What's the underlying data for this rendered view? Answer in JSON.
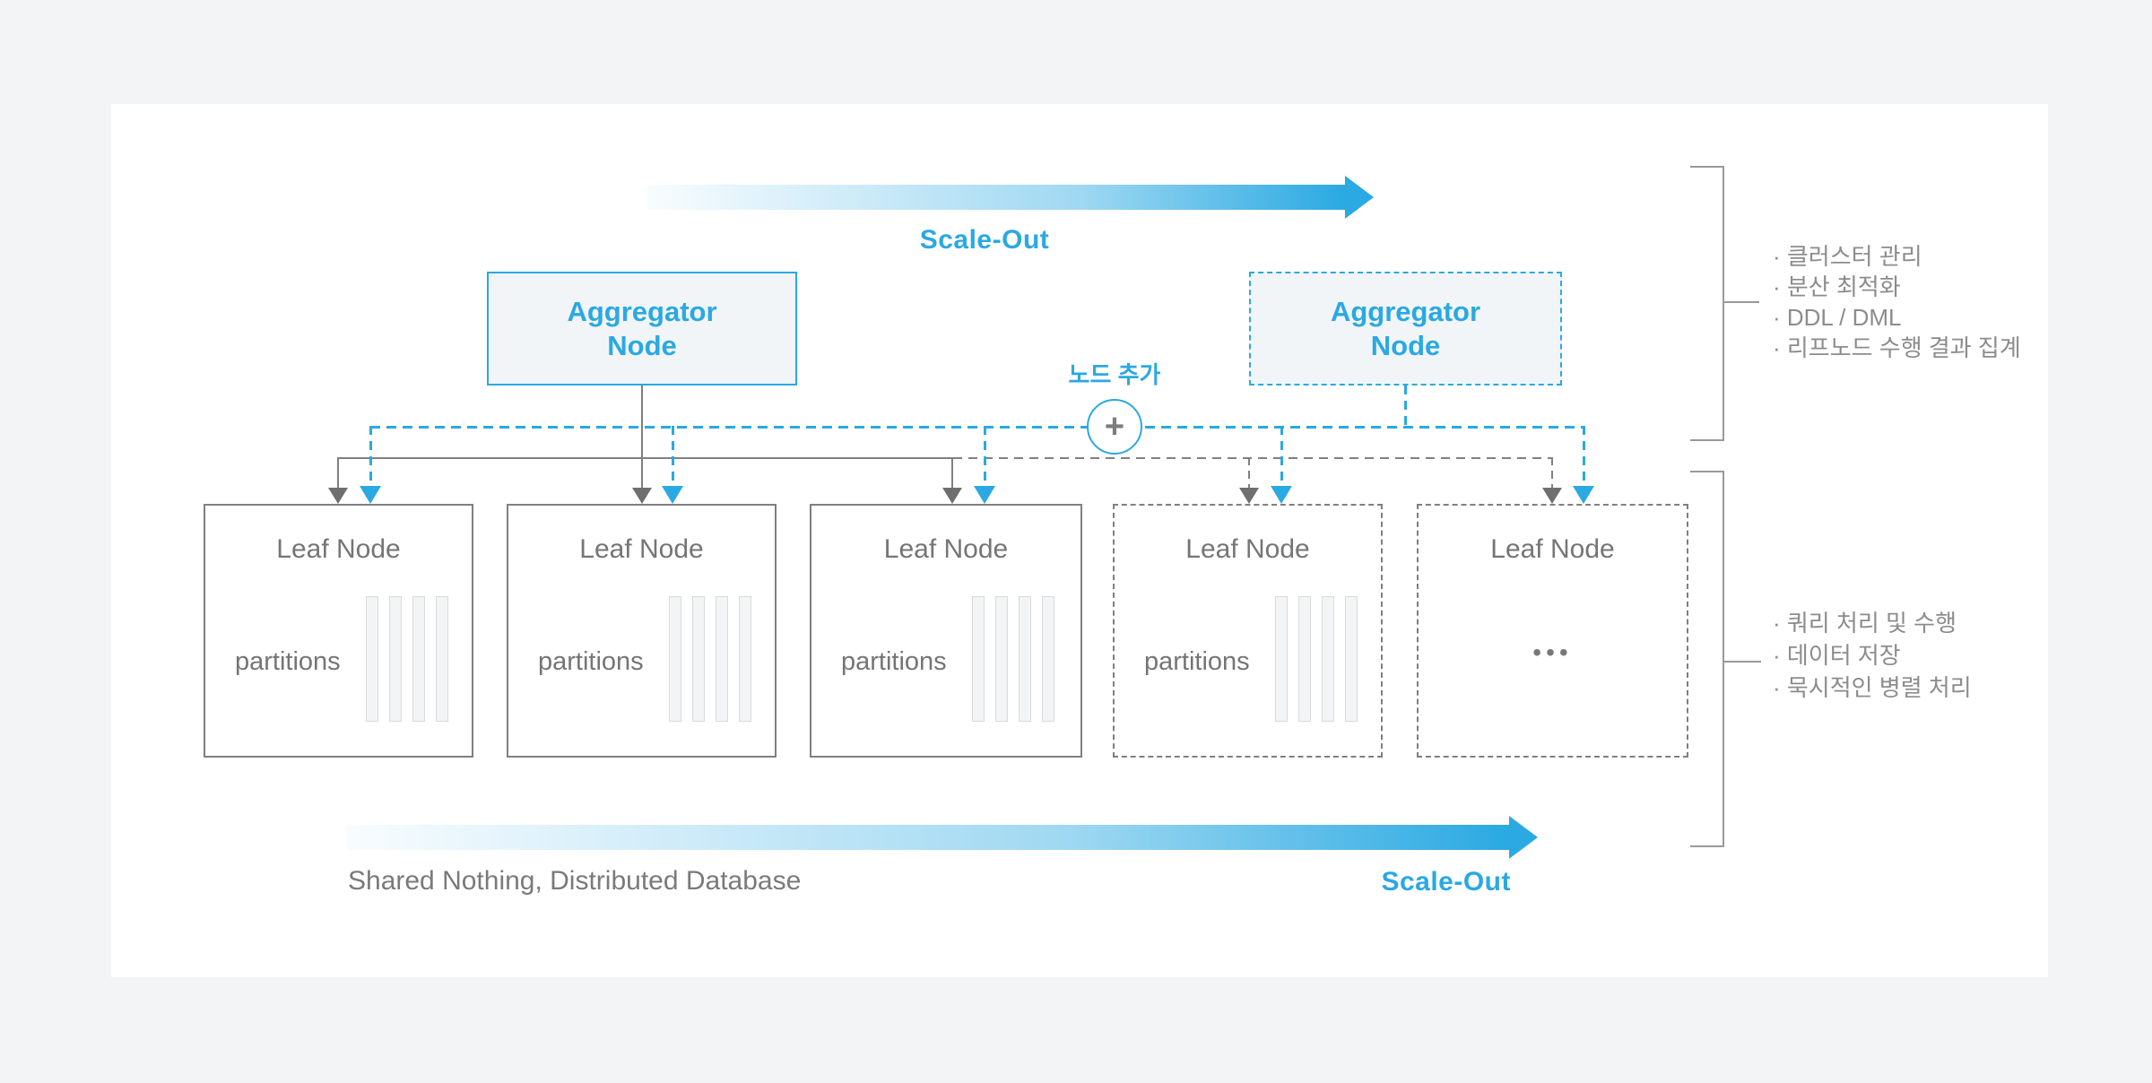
{
  "page": {
    "background": "#f3f4f6",
    "card_background": "#ffffff"
  },
  "colors": {
    "accent_blue": "#2aa9e2",
    "line_gray": "#808080",
    "node_text_gray": "#757575",
    "annotation_gray": "#8c8c8c"
  },
  "top_arrow": {
    "label": "Scale-Out"
  },
  "aggregators": [
    {
      "label": "Aggregator Node",
      "style": "solid"
    },
    {
      "label": "Aggregator Node",
      "style": "dashed"
    }
  ],
  "add_node": {
    "label": "노드 추가",
    "plus_glyph": "+"
  },
  "leaves": [
    {
      "title": "Leaf Node",
      "partitions_label": "partitions",
      "bars": 4,
      "style": "solid"
    },
    {
      "title": "Leaf Node",
      "partitions_label": "partitions",
      "bars": 4,
      "style": "solid"
    },
    {
      "title": "Leaf Node",
      "partitions_label": "partitions",
      "bars": 4,
      "style": "solid"
    },
    {
      "title": "Leaf Node",
      "partitions_label": "partitions",
      "bars": 4,
      "style": "dashed"
    },
    {
      "title": "Leaf Node",
      "ellipsis": "•••",
      "style": "dashed"
    }
  ],
  "annotations": {
    "aggregator_items": [
      "· 클러스터 관리",
      "· 분산 최적화",
      "· DDL / DML",
      "· 리프노드 수행 결과 집계"
    ],
    "leaf_items": [
      "· 쿼리 처리 및 수행",
      "· 데이터 저장",
      "· 묵시적인 병렬 처리"
    ]
  },
  "bottom_arrow": {
    "label": "Scale-Out",
    "caption": "Shared Nothing, Distributed Database"
  }
}
